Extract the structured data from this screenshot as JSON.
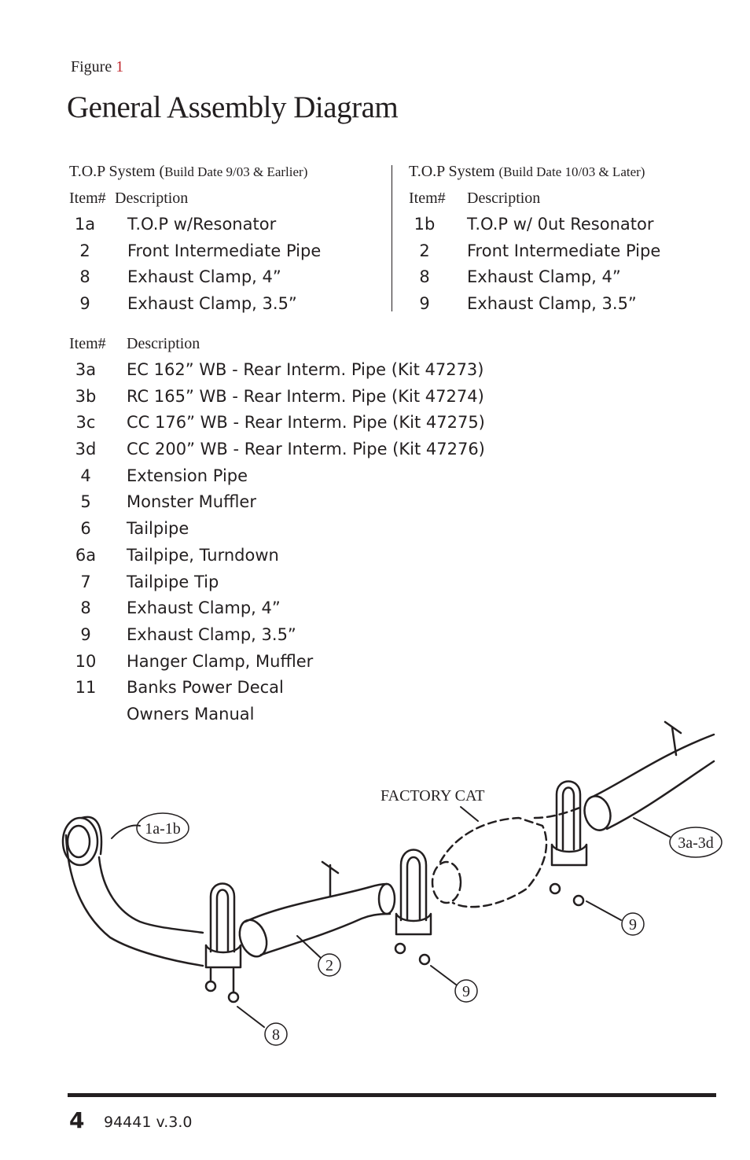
{
  "figure": {
    "label": "Figure",
    "number": "1"
  },
  "title": "General Assembly Diagram",
  "top_left": {
    "system": "T.O.P System (",
    "build": "Build Date 9/03 & Earlier)",
    "item_header": "Item#",
    "desc_header": "Description",
    "items": [
      {
        "item": "1a",
        "desc": "T.O.P w/Resonator"
      },
      {
        "item": "2",
        "desc": "Front Intermediate Pipe"
      },
      {
        "item": "8",
        "desc": "Exhaust Clamp, 4”"
      },
      {
        "item": "9",
        "desc": "Exhaust Clamp, 3.5”"
      }
    ]
  },
  "top_right": {
    "system": "T.O.P System",
    "build": "(Build Date 10/03 & Later)",
    "item_header": "Item#",
    "desc_header": "Description",
    "items": [
      {
        "item": "1b",
        "desc": "T.O.P w/ 0ut Resonator"
      },
      {
        "item": "2",
        "desc": "Front Intermediate Pipe"
      },
      {
        "item": "8",
        "desc": "Exhaust Clamp, 4”"
      },
      {
        "item": "9",
        "desc": "Exhaust Clamp, 3.5”"
      }
    ]
  },
  "main_list": {
    "item_header": "Item#",
    "desc_header": "Description",
    "items": [
      {
        "item": "3a",
        "desc": "EC 162” WB - Rear Interm. Pipe (Kit 47273)"
      },
      {
        "item": "3b",
        "desc": "RC 165” WB - Rear Interm. Pipe (Kit 47274)"
      },
      {
        "item": "3c",
        "desc": "CC 176” WB - Rear Interm. Pipe (Kit 47275)"
      },
      {
        "item": "3d",
        "desc": "CC 200” WB - Rear Interm. Pipe (Kit 47276)"
      },
      {
        "item": "4",
        "desc": "Extension Pipe"
      },
      {
        "item": "5",
        "desc": "Monster Muffler"
      },
      {
        "item": "6",
        "desc": "Tailpipe"
      },
      {
        "item": "6a",
        "desc": "Tailpipe, Turndown"
      },
      {
        "item": "7",
        "desc": "Tailpipe Tip"
      },
      {
        "item": "8",
        "desc": "Exhaust Clamp, 4”"
      },
      {
        "item": "9",
        "desc": "Exhaust Clamp, 3.5”"
      },
      {
        "item": "10",
        "desc": "Hanger Clamp, Muffler"
      },
      {
        "item": "11",
        "desc": "Banks Power Decal"
      },
      {
        "item": "",
        "desc": "Owners Manual"
      }
    ]
  },
  "diagram": {
    "factory_cat": "FACTORY CAT",
    "callouts": [
      "1a-1b",
      "3a-3d",
      "2",
      "8",
      "9",
      "9"
    ]
  },
  "footer": {
    "page": "4",
    "doc": "94441 v.3.0"
  }
}
